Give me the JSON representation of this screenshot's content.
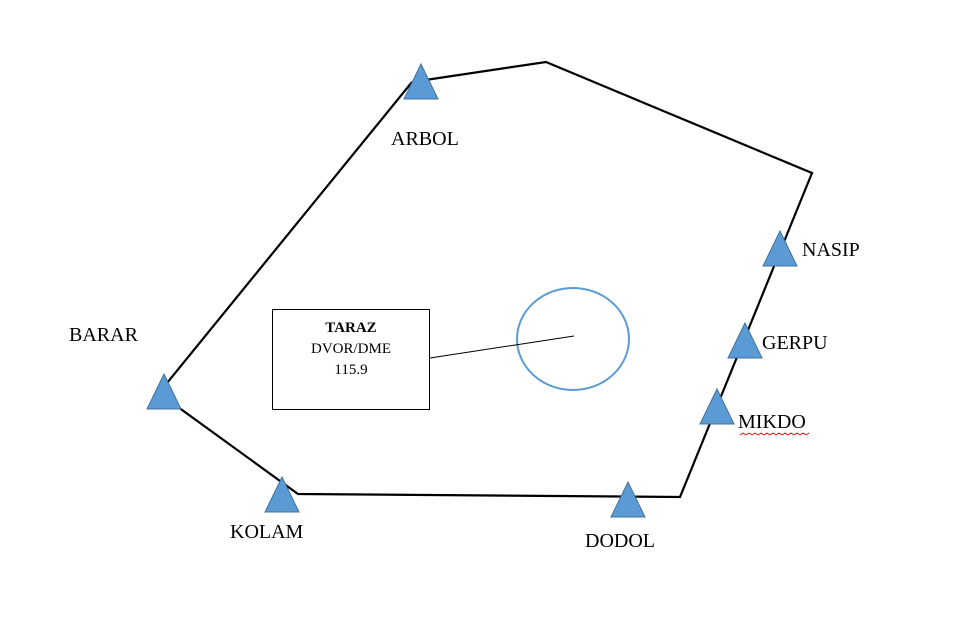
{
  "colors": {
    "boundary_line": "#000000",
    "waypoint_fill": "#5B9BD5",
    "waypoint_stroke": "#41719C",
    "circle_stroke": "#5B9BD5",
    "spellcheck_underline": "#E00000"
  },
  "waypoints": {
    "arbol": "ARBOL",
    "nasip": "NASIP",
    "gerpu": "GERPU",
    "mikdo": "MIKDO",
    "dodol": "DODOL",
    "kolam": "KOLAM",
    "barar": "BARAR"
  },
  "navaid": {
    "name": "TARAZ",
    "type": "DVOR/DME",
    "frequency": "115.9"
  },
  "icons": {
    "waypoint": "triangle-icon",
    "navaid": "circle-icon"
  }
}
